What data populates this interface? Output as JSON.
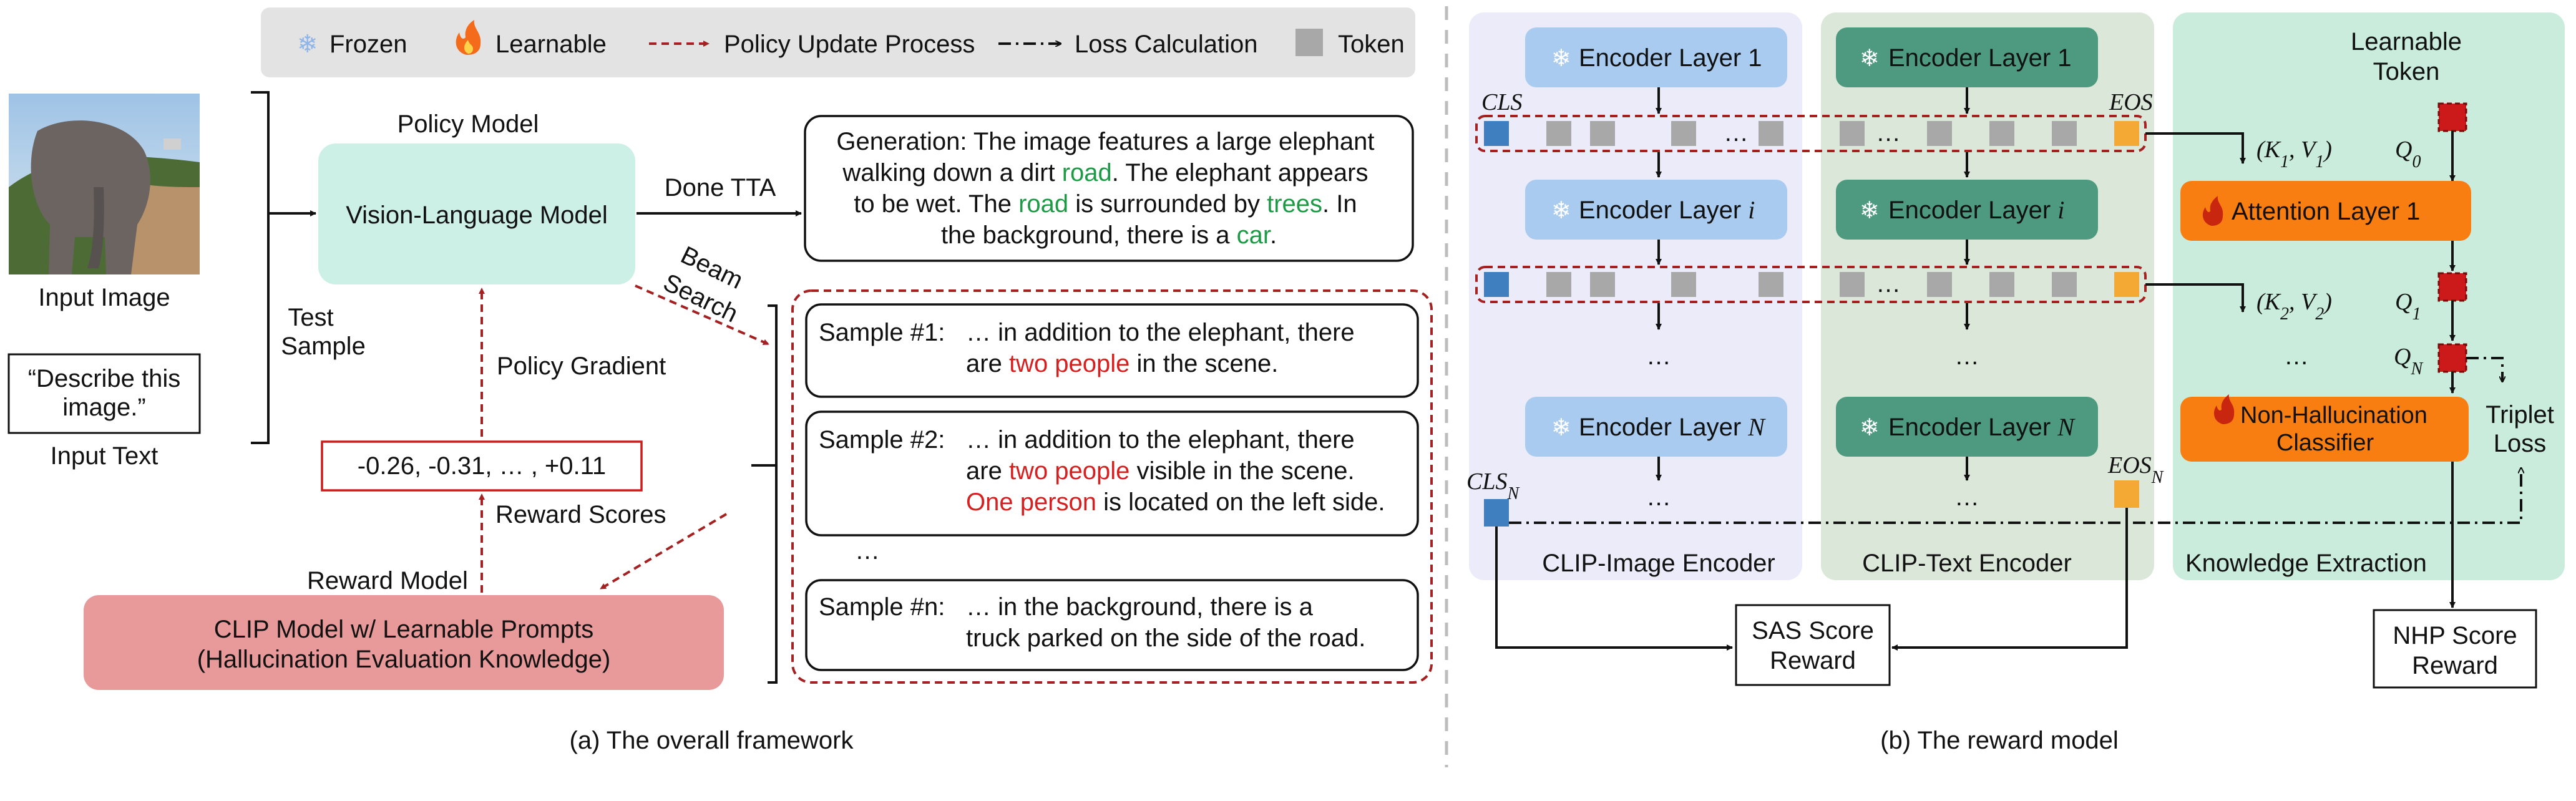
{
  "colors": {
    "legend_bg": "#e3e3e3",
    "policy_model": "#cdf0e6",
    "reward_model": "#e89a9a",
    "arrow_red": "#a52020",
    "green_word": "#1c9a46",
    "red_word": "#d81f1f",
    "enc_blue": "#a9cbf0",
    "enc_green": "#4e9a80",
    "img_panel": "#ebebfa",
    "txt_panel": "#dbe8d9",
    "kn_panel": "#c9ecdc",
    "orange": "#f97e12",
    "token_gray": "#a8a8a8",
    "cls_blue": "#3f7fbf",
    "eos_orange": "#f4a935",
    "learnable_red": "#cc1a1a"
  },
  "legend": {
    "frozen": "Frozen",
    "learnable": "Learnable",
    "policy_update": "Policy Update Process",
    "loss_calc": "Loss Calculation",
    "token": "Token",
    "icons": [
      "snowflake-icon",
      "fire-icon"
    ]
  },
  "left": {
    "input_image_label": "Input Image",
    "input_text_value": "“Describe this image.”",
    "input_text_label": "Input Text",
    "test_sample": [
      "Test",
      "Sample"
    ],
    "policy_model_label": "Policy Model",
    "vlm": "Vision-Language Model",
    "done_tta": "Done TTA",
    "generation": "Generation: The image features a large elephant walking down a dirt road. The elephant appears to be wet. The road is surrounded by trees. In the background, there is a car.",
    "beam_search": "Beam Search",
    "policy_gradient": "Policy Gradient",
    "scores": "-0.26, -0.31, …  , +0.11",
    "reward_scores": "Reward Scores",
    "reward_model_label": "Reward Model",
    "clip_model": [
      "CLIP Model w/ Learnable Prompts",
      "(Hallucination Evaluation Knowledge)"
    ],
    "samples": [
      {
        "id": "Sample #1:",
        "text": "… in addition to the elephant, there are two people in the scene."
      },
      {
        "id": "Sample #2:",
        "text": "… in addition to the elephant, there are two people visible in the scene. One person is located on the left side."
      },
      {
        "id": "Sample #n:",
        "text": "… in the background, there is a truck parked on the side of the road."
      }
    ],
    "samples_ellipsis": "…",
    "caption": "(a) The overall framework"
  },
  "right": {
    "image_layers": [
      "Encoder Layer 1",
      "Encoder Layer i",
      "Encoder Layer N"
    ],
    "text_layers": [
      "Encoder Layer 1",
      "Encoder Layer i",
      "Encoder Layer N"
    ],
    "cls": "CLS",
    "eos": "EOS",
    "cls_n": "CLS_N",
    "eos_n": "EOS_N",
    "dots": "…",
    "image_encoder": "CLIP-Image Encoder",
    "text_encoder": "CLIP-Text Encoder",
    "knowledge_extraction": "Knowledge Extraction",
    "learnable_token": [
      "Learnable",
      "Token"
    ],
    "kv1": "(K_1, V_1)",
    "kv2": "(K_2, V_2)",
    "q0": "Q_0",
    "q1": "Q_1",
    "qn": "Q_N",
    "attention_layer": "Attention Layer 1",
    "nh_classifier": [
      "Non-Hallucination",
      "Classifier"
    ],
    "triplet_loss": [
      "Triplet",
      "Loss"
    ],
    "sas_reward": [
      "SAS Score",
      "Reward"
    ],
    "nhp_reward": [
      "NHP Score",
      "Reward"
    ],
    "caption": "(b) The reward model"
  }
}
